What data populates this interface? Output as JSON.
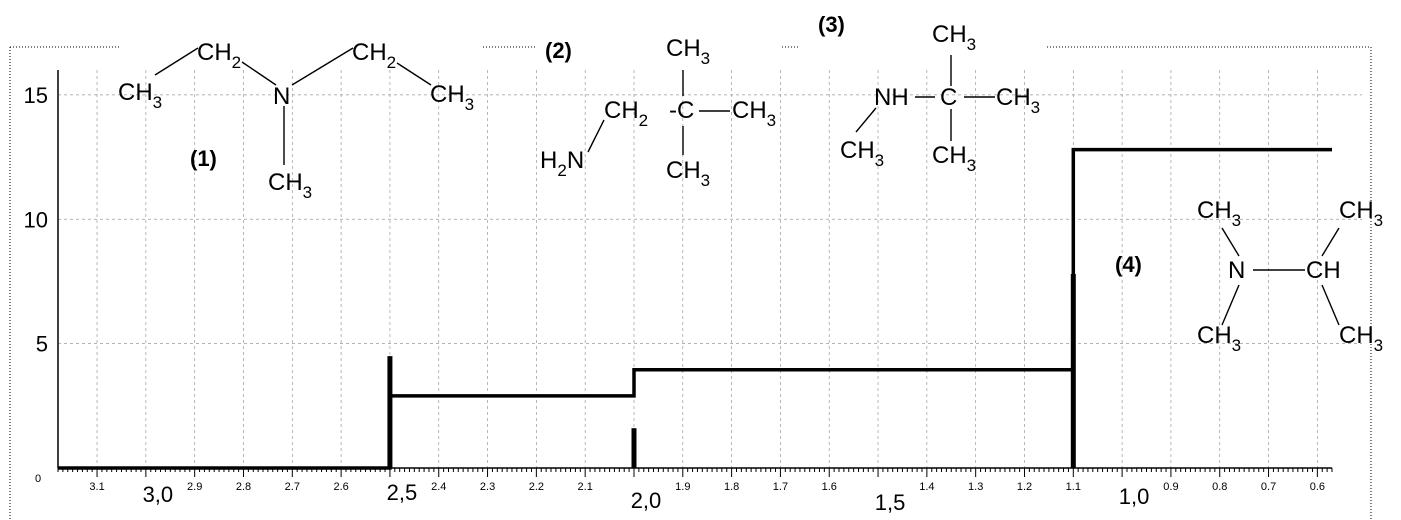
{
  "chart_data": {
    "type": "line",
    "xlim": [
      3.18,
      0.57
    ],
    "ylim": [
      0,
      16
    ],
    "grid": true,
    "x_ticks_minor": [
      "3.1",
      "2.9",
      "2.8",
      "2.7",
      "2.6",
      "2.4",
      "2.3",
      "2.2",
      "2.1",
      "1.9",
      "1.8",
      "1.7",
      "1.6",
      "1.4",
      "1.3",
      "1.2",
      "1.1",
      "0.9",
      "0.8",
      "0.7",
      "0.6"
    ],
    "x_ticks_major": [
      {
        "x": 3.0,
        "label": "3,0"
      },
      {
        "x": 2.5,
        "label": "2,5"
      },
      {
        "x": 2.0,
        "label": "2,0"
      },
      {
        "x": 1.5,
        "label": "1,5"
      },
      {
        "x": 1.0,
        "label": "1,0"
      }
    ],
    "y_ticks": [
      {
        "y": 0,
        "label": "0"
      },
      {
        "y": 5,
        "label": "5"
      },
      {
        "y": 10,
        "label": "10"
      },
      {
        "y": 15,
        "label": "15"
      }
    ],
    "peaks": [
      {
        "x": 2.5,
        "height": 4.5
      },
      {
        "x": 2.0,
        "height": 1.6
      },
      {
        "x": 1.1,
        "height": 7.8
      }
    ],
    "integral_curve": [
      [
        3.18,
        0
      ],
      [
        2.5,
        0
      ],
      [
        2.5,
        2.9
      ],
      [
        2.0,
        2.9
      ],
      [
        2.0,
        3.95
      ],
      [
        1.1,
        3.95
      ],
      [
        1.1,
        12.8
      ],
      [
        0.57,
        12.8
      ]
    ]
  },
  "labels": {
    "mol1": "(1)",
    "mol2": "(2)",
    "mol3": "(3)",
    "mol4": "(4)"
  },
  "molecules": {
    "ch3": "CH",
    "ch2": "CH",
    "ch": "CH",
    "sub3": "3",
    "sub2": "2",
    "n": "N",
    "c": "C",
    "nh": "NH",
    "h": "H"
  }
}
